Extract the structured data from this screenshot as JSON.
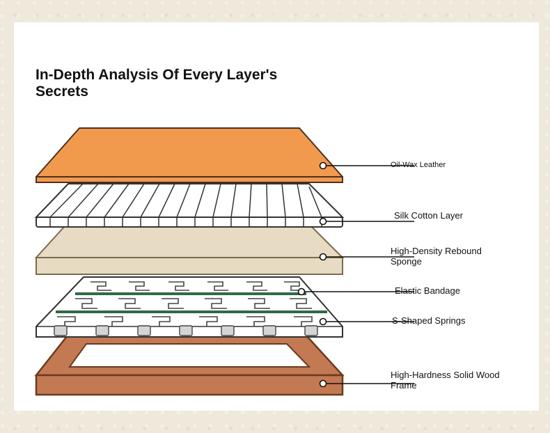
{
  "title": "In-Depth Analysis Of Every Layer's Secrets",
  "layers": [
    {
      "label": "Oil-Wax Leather",
      "color": "#f19a4e"
    },
    {
      "label": "Silk Cotton Layer",
      "color": "#ffffff"
    },
    {
      "label": "High-Density Rebound Sponge",
      "color": "#e8dbc3"
    },
    {
      "label": "Elastic Bandage",
      "color": "#2f6b47"
    },
    {
      "label": "S-Shaped Springs",
      "color": "#d5d5d5"
    },
    {
      "label": "High-Hardness Solid Wood Frame",
      "color": "#c37952"
    }
  ]
}
